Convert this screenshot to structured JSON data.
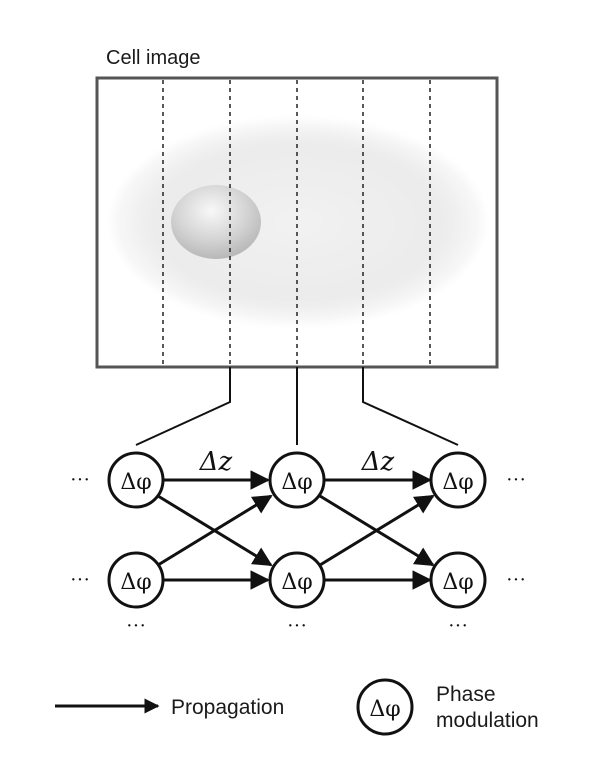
{
  "figure": {
    "panel_title": "Cell image",
    "node_symbol": "Δφ",
    "step_label": "Δz",
    "ellipsis": "···"
  },
  "legend": {
    "arrow_label": "Propagation",
    "node_symbol": "Δφ",
    "node_label_line1": "Phase",
    "node_label_line2": "modulation"
  },
  "colors": {
    "stroke": "#111111",
    "frame": "#555555",
    "cell_body": "#ececec",
    "nucleus": "#cfcfcf"
  }
}
